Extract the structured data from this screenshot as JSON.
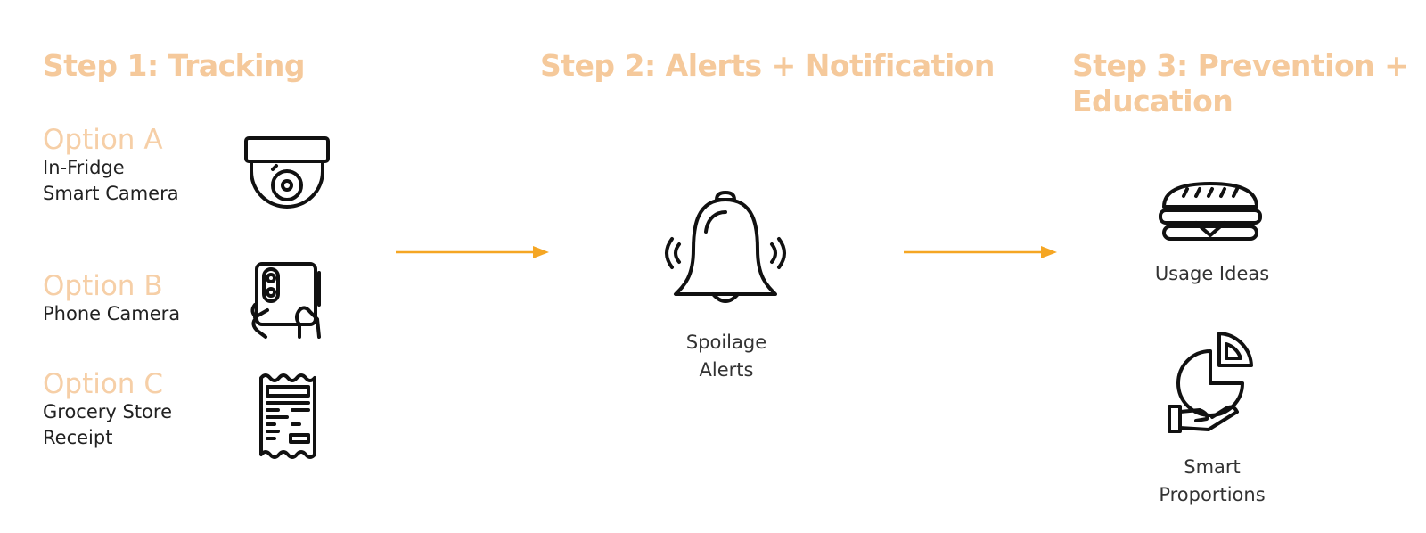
{
  "steps": [
    {
      "title": "Step 1: Tracking"
    },
    {
      "title": "Step 2: Alerts + Notification"
    },
    {
      "title": "Step 3: Prevention +\nEducation"
    }
  ],
  "options": [
    {
      "title": "Option A",
      "desc": "In-Fridge\nSmart Camera",
      "icon": "security-camera-icon"
    },
    {
      "title": "Option B",
      "desc": "Phone Camera",
      "icon": "phone-camera-icon"
    },
    {
      "title": "Option C",
      "desc": "Grocery Store\nReceipt",
      "icon": "receipt-icon"
    }
  ],
  "alert": {
    "label": "Spoilage\nAlerts",
    "icon": "bell-icon"
  },
  "outcomes": [
    {
      "label": "Usage Ideas",
      "icon": "sandwich-icon"
    },
    {
      "label": "Smart\nProportions",
      "icon": "pie-chart-hand-icon"
    }
  ],
  "colors": {
    "accent": "#f5a623",
    "heading": "#f5c99b",
    "text": "#222222"
  }
}
